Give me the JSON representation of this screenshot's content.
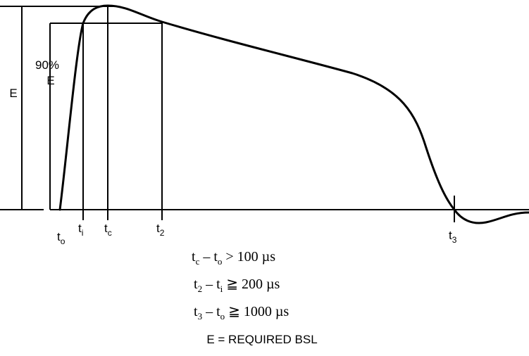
{
  "labels": {
    "E_axis": "E",
    "ninety_percent": "90%",
    "ninety_percent_E": "E",
    "t_o": {
      "base": "t",
      "sub": "o"
    },
    "t_i": {
      "base": "t",
      "sub": "i"
    },
    "t_c": {
      "base": "t",
      "sub": "c"
    },
    "t_2": {
      "base": "t",
      "sub": "2"
    },
    "t_3": {
      "base": "t",
      "sub": "3"
    }
  },
  "equations": {
    "eq1": {
      "a_base": "t",
      "a_sub": "c",
      "op1": " – ",
      "b_base": "t",
      "b_sub": "o",
      "rel": " > 100 µs"
    },
    "eq2": {
      "a_base": "t",
      "a_sub": "2",
      "op1": " – ",
      "b_base": "t",
      "b_sub": "i",
      "rel": " ≧ 200 µs"
    },
    "eq3": {
      "a_base": "t",
      "a_sub": "3",
      "op1": " – ",
      "b_base": "t",
      "b_sub": "o",
      "rel": " ≧ 1000 µs"
    }
  },
  "footer": "E = REQUIRED BSL"
}
